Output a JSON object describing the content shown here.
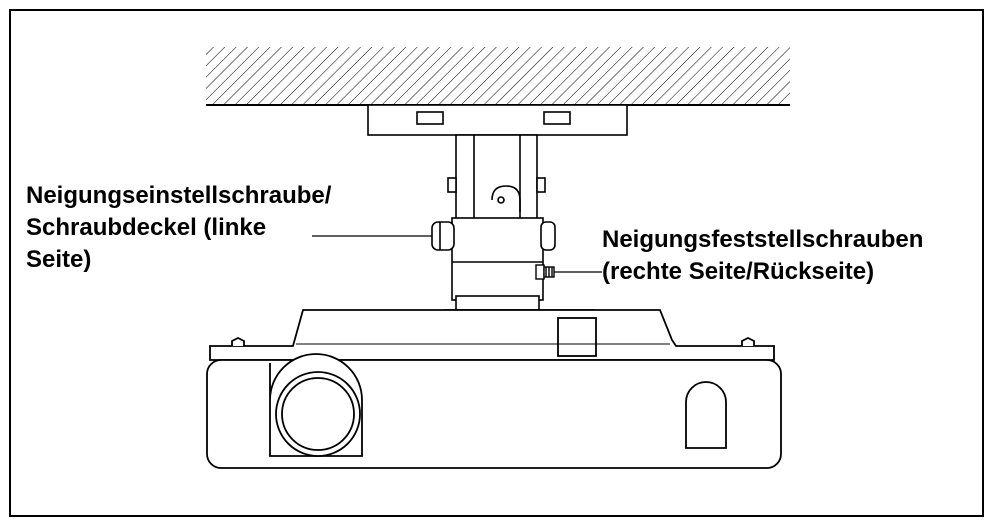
{
  "labels": {
    "left": {
      "line1": "Neigungseinstellschraube/",
      "line2": "Schraubdeckel (linke",
      "line3": "Seite)"
    },
    "right": {
      "line1": "Neigungsfeststellschrauben",
      "line2": "(rechte Seite/Rückseite)"
    }
  },
  "colors": {
    "line": "#000000",
    "background": "#ffffff",
    "shade": "#cccccc"
  }
}
